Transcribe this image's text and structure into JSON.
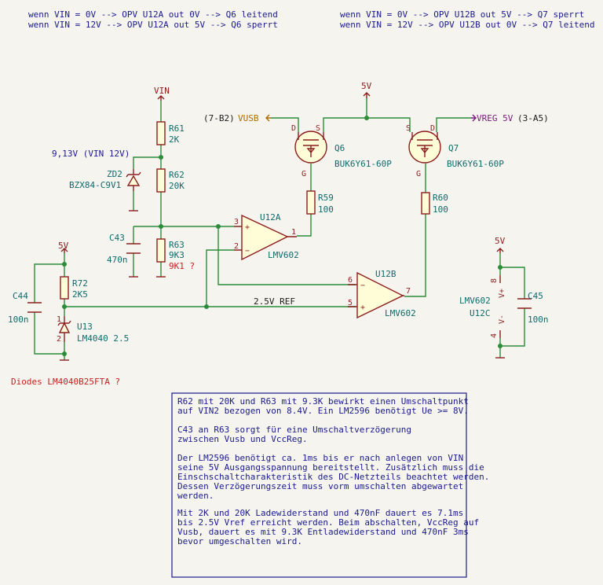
{
  "header_notes": {
    "left_line1": "wenn VIN =  0V --> OPV U12A out 0V --> Q6 leitend",
    "left_line2": "wenn VIN = 12V --> OPV U12A out 5V --> Q6 sperrt",
    "right_line1": "wenn VIN =  0V --> OPV U12B out 5V --> Q7 sperrt",
    "right_line2": "wenn VIN = 12V --> OPV U12B out 0V --> Q7 leitend"
  },
  "power": {
    "vin": "VIN",
    "five_v_top": "5V",
    "five_v_left": "5V",
    "five_v_right": "5V"
  },
  "labels": {
    "vusb": "VUSB",
    "vusb_ref": "(7-B2)",
    "vreg": "VREG 5V",
    "vreg_ref": "(3-A5)",
    "voltage_note": "9,13V (VIN 12V)",
    "ref_net": "2.5V REF",
    "diodes_note": "Diodes LM4040B25FTA ?",
    "r63_alt": "9K1 ?"
  },
  "components": {
    "r61": {
      "ref": "R61",
      "value": "2K"
    },
    "r62": {
      "ref": "R62",
      "value": "20K"
    },
    "r63": {
      "ref": "R63",
      "value": "9K3"
    },
    "zd2": {
      "ref": "ZD2",
      "value": "BZX84-C9V1"
    },
    "c43": {
      "ref": "C43",
      "value": "470n"
    },
    "c44": {
      "ref": "C44",
      "value": "100n"
    },
    "c45": {
      "ref": "C45",
      "value": "100n"
    },
    "r72": {
      "ref": "R72",
      "value": "2K5"
    },
    "u13": {
      "ref": "U13",
      "value": "LM4040 2.5"
    },
    "r59": {
      "ref": "R59",
      "value": "100"
    },
    "r60": {
      "ref": "R60",
      "value": "100"
    },
    "q6": {
      "ref": "Q6",
      "value": "BUK6Y61-60P"
    },
    "q7": {
      "ref": "Q7",
      "value": "BUK6Y61-60P"
    },
    "u12a": {
      "ref": "U12A",
      "value": "LMV602"
    },
    "u12b": {
      "ref": "U12B",
      "value": "LMV602"
    },
    "u12c": {
      "ref": "U12C",
      "value": "LMV602"
    }
  },
  "pins": {
    "u12a_in_plus": "3",
    "u12a_in_minus": "2",
    "u12a_out": "1",
    "u12b_in_minus": "6",
    "u12b_in_plus": "5",
    "u12b_out": "7",
    "u12c_vplus_pin": "8",
    "u12c_vminus_pin": "4",
    "u12c_vplus": "V+",
    "u12c_vminus": "V-",
    "q_d": "D",
    "q_s": "S",
    "q_g": "G",
    "op_plus": "+",
    "op_minus": "−",
    "diode_a": "1",
    "diode_k": "2"
  },
  "note_box": {
    "p1_l1": "R62 mit 20K und R63 mit 9.3K bewirkt einen Umschaltpunkt",
    "p1_l2": "auf VIN2 bezogen von 8.4V. Ein LM2596 benötigt Ue >= 8V.",
    "p2_l1": "C43 an R63 sorgt für eine Umschaltverzögerung",
    "p2_l2": "zwischen Vusb  und VccReg.",
    "p3_l1": "Der LM2596 benötigt ca. 1ms bis er nach anlegen von VIN",
    "p3_l2": "seine 5V Ausgangsspannung bereitstellt. Zusätzlich muss die",
    "p3_l3": "Einschschaltcharakteristik des DC-Netzteils beachtet werden.",
    "p3_l4": "Dessen Verzögerungszeit muss vorm umschalten abgewartet",
    "p3_l5": "werden.",
    "p4_l1": "Mit 2K und 20K Ladewiderstand und 470nF dauert es 7.1ms",
    "p4_l2": "bis 2.5V Vref erreicht werden. Beim abschalten, VccReg auf",
    "p4_l3": "Vusb, dauert es mit 9.3K Entladewiderstand und 470nF 3ms",
    "p4_l4": "bevor umgeschalten wird."
  }
}
